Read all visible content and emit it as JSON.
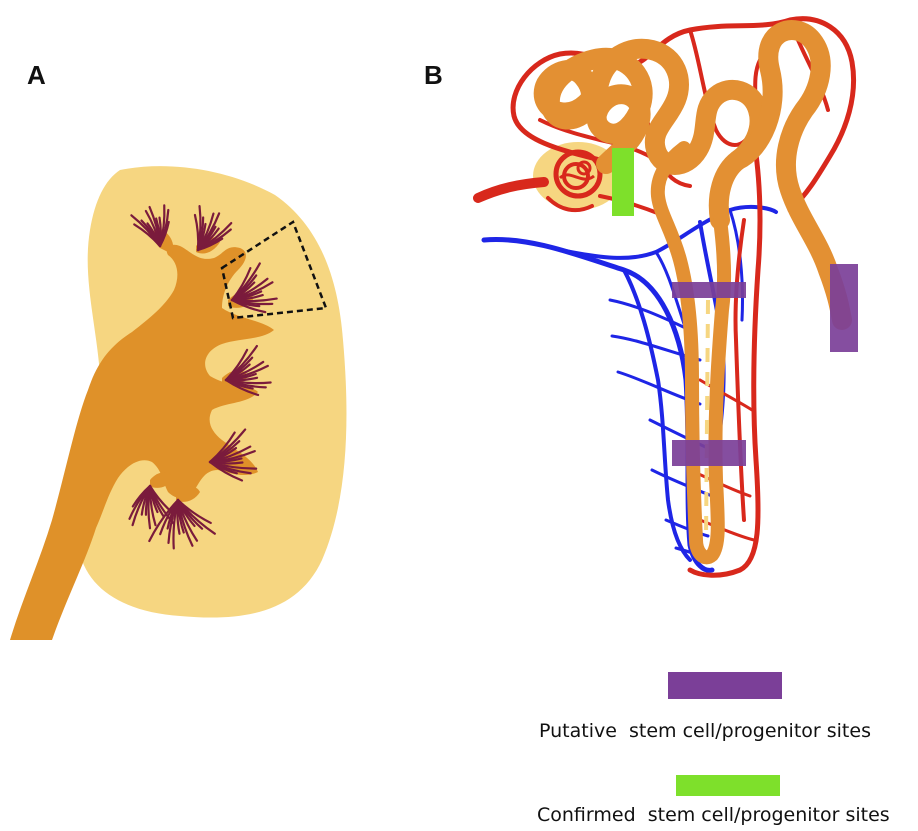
{
  "panels": {
    "a_label": "A",
    "b_label": "B"
  },
  "legend": {
    "putative": {
      "label": "Putative  stem cell/progenitor sites",
      "color": "#7b3f98"
    },
    "confirmed": {
      "label": "Confirmed  stem cell/progenitor sites",
      "color": "#7ee02b"
    }
  },
  "colors": {
    "cortex": "#f6d681",
    "pelvis": "#df9129",
    "pyramids": "#7a1b3c",
    "tubule": "#e39033",
    "artery": "#d8281c",
    "vein": "#1e25e6",
    "putative_marker": "#7b3f98",
    "confirmed_marker": "#7ee02b"
  }
}
